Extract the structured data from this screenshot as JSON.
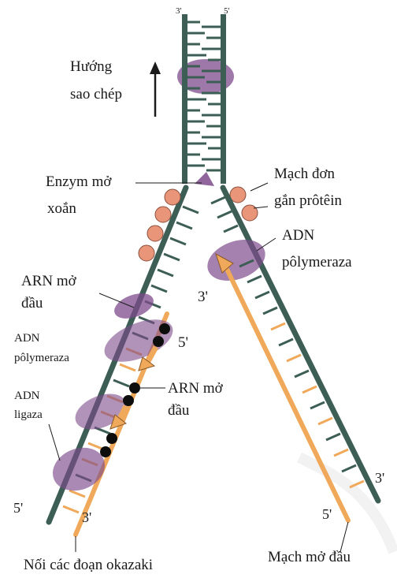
{
  "labels": {
    "top_left_3": "3'",
    "top_right_5": "5'",
    "direction_line1": "Hướng",
    "direction_line2": "sao chép",
    "helicase_line1": "Enzym mở",
    "helicase_line2": "xoắn",
    "ssb_line1": "Mạch đơn",
    "ssb_line2": "gắn prôtêin",
    "polymerase_right_line1": "ADN",
    "polymerase_right_line2": "pôlymeraza",
    "leading_3prime": "3'",
    "primer_left_line1": "ARN mở",
    "primer_left_line2": "đầu",
    "lagging_5prime": "5'",
    "polymerase_left_line1": "ADN",
    "polymerase_left_line2": "pôlymeraza",
    "primer_mid_line1": "ARN mở",
    "primer_mid_line2": "đầu",
    "ligase_line1": "ADN",
    "ligase_line2": "ligaza",
    "right_3prime": "3'",
    "bottom_left_5": "5'",
    "bottom_left_3": "3'",
    "bottom_right_5": "5'",
    "okazaki_caption": "Nối các đoạn okazaki",
    "leading_caption": "Mạch mở đầu"
  },
  "colors": {
    "template_strand": "#3d5e55",
    "new_strand": "#f0a95a",
    "enzyme": "#7d4b8c",
    "ssb_protein": "#e9957a",
    "primer_bead": "#0d0d0d",
    "arrow": "#1a1a1a"
  }
}
